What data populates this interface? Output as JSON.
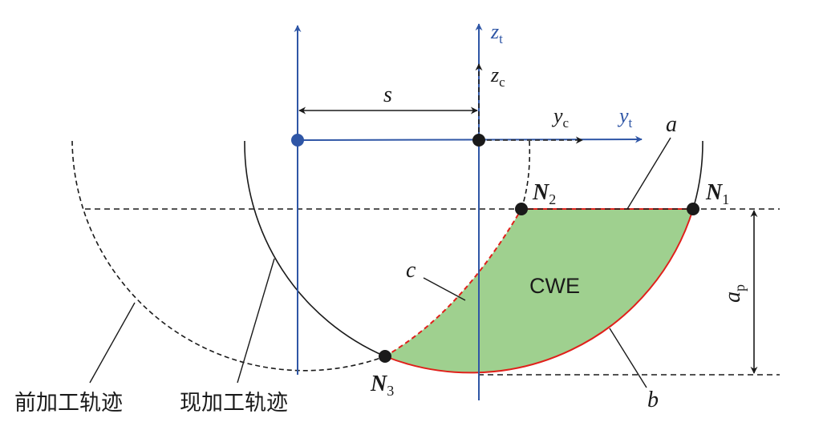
{
  "colors": {
    "axis_blue": "#2f56a6",
    "region_fill": "#9fd08f",
    "boundary_red": "#e0201b",
    "line_black": "#1a1a1a"
  },
  "labels": {
    "zt_main": "z",
    "zt_sub": "t",
    "zc_main": "z",
    "zc_sub": "c",
    "yc_main": "y",
    "yc_sub": "c",
    "yt_main": "y",
    "yt_sub": "t",
    "s": "s",
    "a": "a",
    "b": "b",
    "c": "c",
    "n1_main": "N",
    "n1_sub": "1",
    "n2_main": "N",
    "n2_sub": "2",
    "n3_main": "N",
    "n3_sub": "3",
    "cwe": "CWE",
    "ap_main": "a",
    "ap_sub": "p",
    "prev_path": "前加工轨迹",
    "curr_path": "现加工轨迹"
  }
}
